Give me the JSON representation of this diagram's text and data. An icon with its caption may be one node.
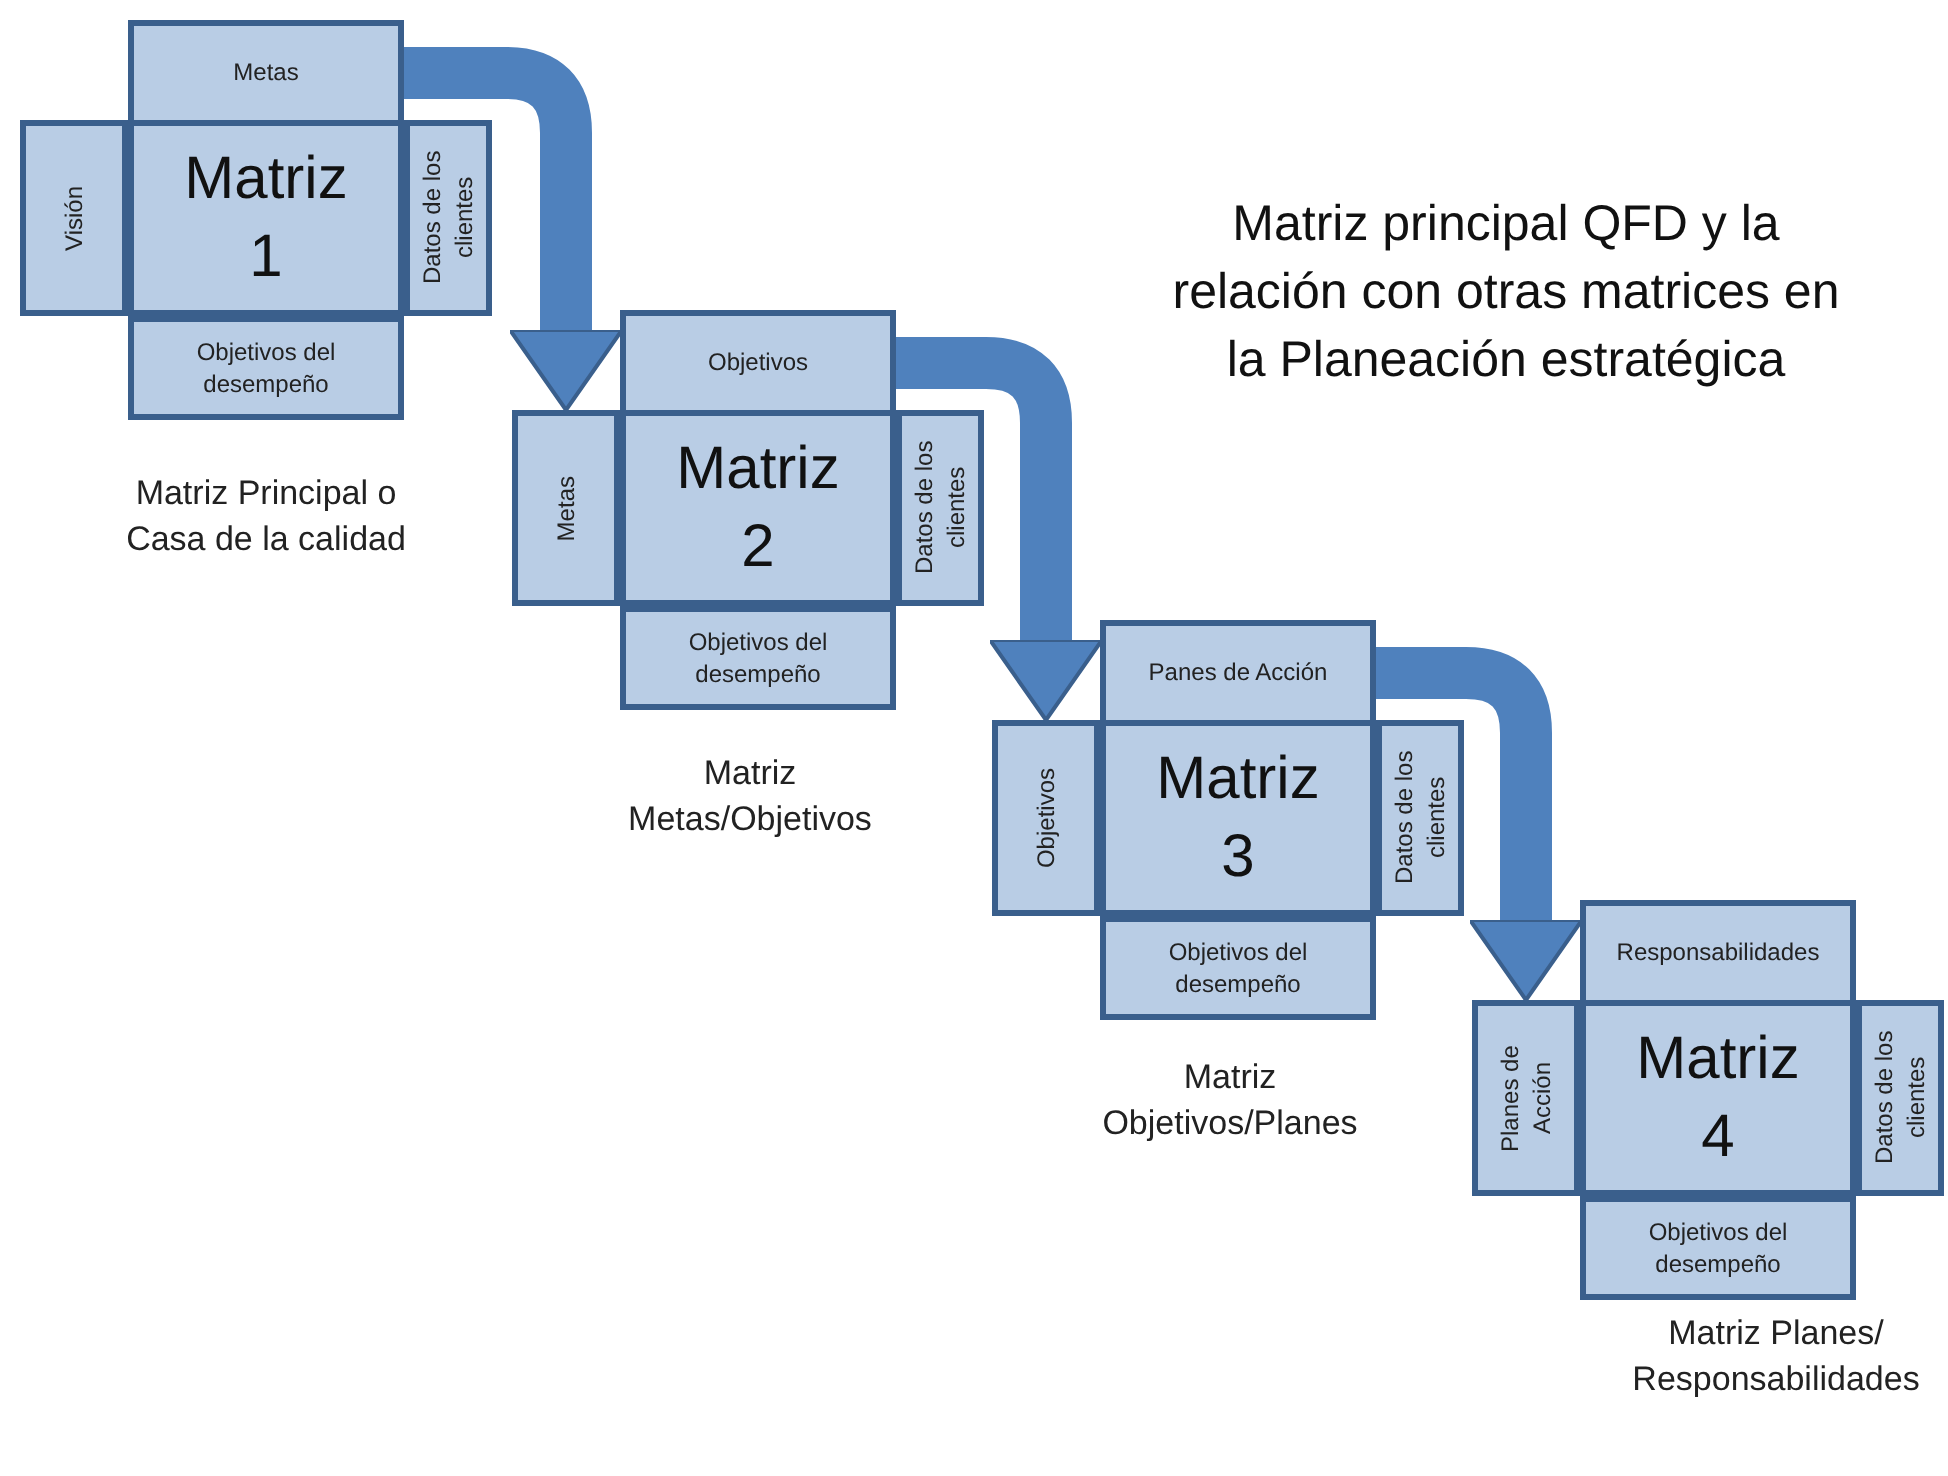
{
  "diagram": {
    "title": "Matriz principal QFD y la relación con otras matrices en la Planeación estratégica",
    "nodes": [
      {
        "text": [
          "Metas"
        ]
      },
      {
        "text": [
          "Visión"
        ]
      },
      {
        "text": [
          "Matriz 1"
        ]
      },
      {
        "text": [
          "Datos de los clientes"
        ]
      },
      {
        "text": [
          "Objetivos del desempeño"
        ]
      },
      {
        "text": [
          "Objetivos"
        ]
      },
      {
        "text": [
          "Metas"
        ]
      },
      {
        "text": [
          "Matriz 2"
        ]
      },
      {
        "text": [
          "Datos de los clientes"
        ]
      },
      {
        "text": [
          "Objetivos del desempeño"
        ]
      },
      {
        "text": [
          "Panes de Acción"
        ]
      },
      {
        "text": [
          "Objetivos"
        ]
      },
      {
        "text": [
          "Matriz 3"
        ]
      },
      {
        "text": [
          "Datos de los clientes"
        ]
      },
      {
        "text": [
          "Objetivos del desempeño"
        ]
      },
      {
        "text": [
          "Responsabilidades"
        ]
      },
      {
        "text": [
          "Planes de Acción"
        ]
      },
      {
        "text": [
          "Matriz 4"
        ]
      },
      {
        "text": [
          "Datos de los clientes"
        ]
      },
      {
        "text": [
          "Objetivos del desempeño"
        ]
      }
    ],
    "edges": [
      {
        "from": 0,
        "to": 6,
        "arrow": "to"
      },
      {
        "from": 5,
        "to": 11,
        "arrow": "to"
      },
      {
        "from": 10,
        "to": 16,
        "arrow": "to"
      }
    ],
    "labels": [
      "Matriz Principal o Casa de la calidad",
      "Matriz Metas/Objetivos",
      "Matriz Objetivos/Planes",
      "Matriz Planes/ Responsabilidades"
    ]
  }
}
